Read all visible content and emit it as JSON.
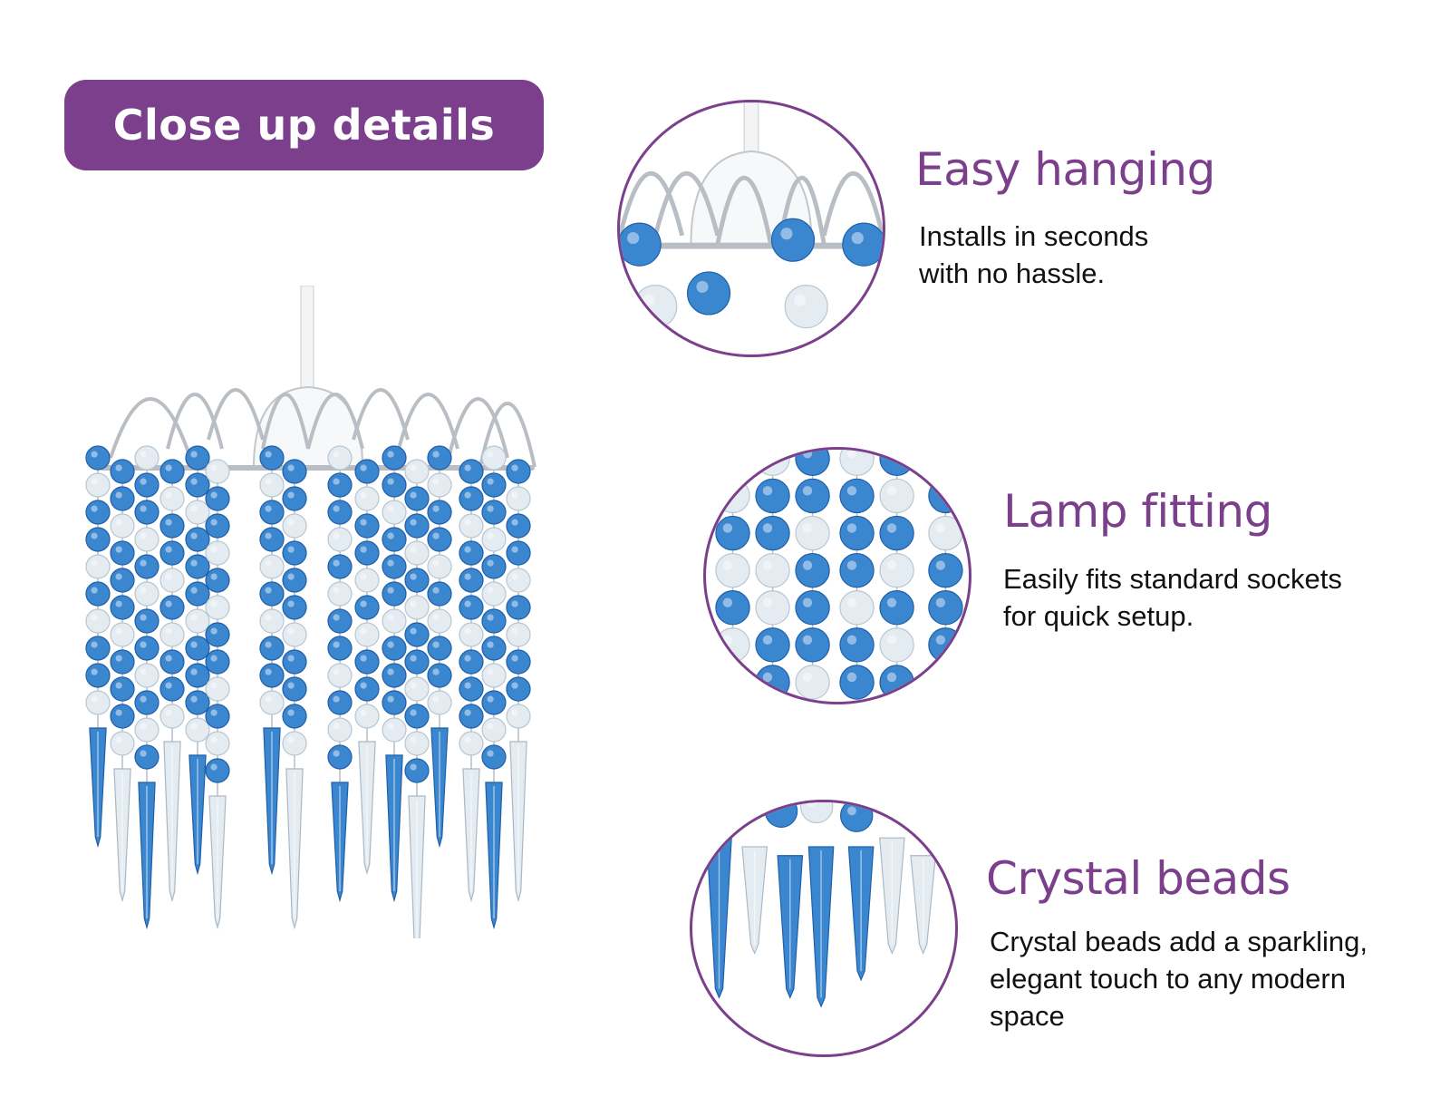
{
  "banner": {
    "label": "Close up details"
  },
  "colors": {
    "accent": "#7b3f8c",
    "bead_blue": "#3a86cf",
    "bead_blue_dark": "#1f5fa8",
    "bead_clear": "#e4ecf2",
    "chrome": "#b9bec4",
    "text": "#111111"
  },
  "features": [
    {
      "title": "Easy hanging",
      "desc_lines": [
        "Installs in seconds",
        "with no hassle."
      ]
    },
    {
      "title": "Lamp fitting",
      "desc_lines": [
        "Easily fits standard sockets",
        "for quick setup."
      ]
    },
    {
      "title": "Crystal beads",
      "desc_lines": [
        "Crystal beads add a sparkling,",
        "elegant touch to any modern",
        "space"
      ]
    }
  ]
}
